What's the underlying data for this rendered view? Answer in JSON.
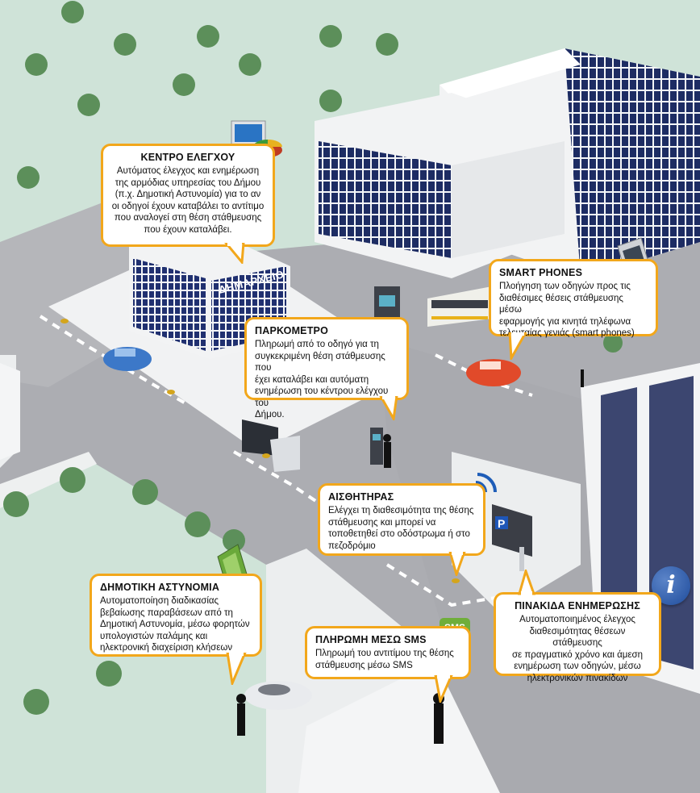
{
  "building_sign": "ΔΗΜΑΡΧΕΙΟ",
  "callouts": {
    "control_center": {
      "title": "ΚΕΝΤΡΟ ΕΛΕΓΧΟΥ",
      "lines": [
        "Αυτόματος έλεγχος και ενημέρωση",
        "της αρμόδιας υπηρεσίας του Δήμου",
        "(π.χ. Δημοτική Αστυνομία) για το αν",
        "οι οδηγοί έχουν καταβάλει το αντίτιμο",
        "που αναλογεί στη θέση στάθμευσης",
        "που έχουν καταλάβει."
      ]
    },
    "smart_phones": {
      "title": "SMART PHONES",
      "lines": [
        "Πλοήγηση των οδηγών προς τις",
        "διαθέσιμες θέσεις στάθμευσης μέσω",
        "εφαρμογής για κινητά τηλέφωνα",
        "τελευταίας γενιάς (smart phones)"
      ]
    },
    "parking_meter": {
      "title": "ΠΑΡΚΟΜΕΤΡΟ",
      "lines": [
        "Πληρωμή από το οδηγό για τη",
        "συγκεκριμένη θέση στάθμευσης που",
        "έχει καταλάβει και αυτόματη",
        "ενημέρωση του κέντρου ελέγχου του",
        "Δήμου."
      ]
    },
    "sensor": {
      "title": "ΑΙΣΘΗΤΗΡΑΣ",
      "lines": [
        "Ελέγχει τη διαθεσιμότητα της θέσης",
        "στάθμευσης και μπορεί να",
        "τοποθετηθεί στο οδόστρωμα ή στο",
        "πεζοδρόμιο"
      ]
    },
    "municipal_police": {
      "title": "ΔΗΜΟΤΙΚΗ ΑΣΤΥΝΟΜΙΑ",
      "lines": [
        "Αυτοματοποίηση διαδικασίας",
        "βεβαίωσης παραβάσεων από τη",
        "Δημοτική Αστυνομία, μέσω φορητών",
        "υπολογιστών παλάμης και",
        "ηλεκτρονική διαχείριση κλήσεων"
      ]
    },
    "sms_payment": {
      "title": "ΠΛΗΡΩΜΗ ΜΕΣΩ SMS",
      "lines": [
        "Πληρωμή του αντιτίμου της θέσης",
        "στάθμευσης μέσω SMS"
      ]
    },
    "info_sign": {
      "title": "ΠΙΝΑΚΙΔΑ ΕΝΗΜΕΡΩΣΗΣ",
      "lines": [
        "Αυτοματοποιημένος έλεγχος",
        "διαθεσιμότητας θέσεων στάθμευσης",
        "σε πραγματικό χρόνο και άμεση",
        "ενημέρωση των οδηγών, μέσω",
        "ηλεκτρονικών πινακίδων"
      ]
    }
  },
  "icons": {
    "sms_badge": "SMS",
    "info_icon": "i",
    "parking_sign": "P"
  },
  "colors": {
    "callout_border": "#f2a71b",
    "road": "#a9abb0",
    "grass": "#cfe3d8",
    "window_blue": "#1e2f66"
  }
}
